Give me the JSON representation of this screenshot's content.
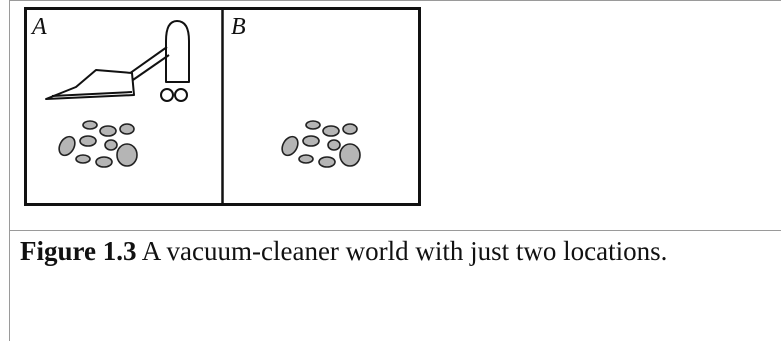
{
  "figure": {
    "cells": [
      {
        "label": "A",
        "has_vacuum": true,
        "has_dirt": true
      },
      {
        "label": "B",
        "has_vacuum": false,
        "has_dirt": true
      }
    ]
  },
  "caption": {
    "number": "Figure 1.3",
    "text": "A vacuum-cleaner world with just two locations."
  },
  "colors": {
    "line": "#111111",
    "dirt_fill": "#b5b5b5",
    "frame": "#9a9a9a"
  }
}
